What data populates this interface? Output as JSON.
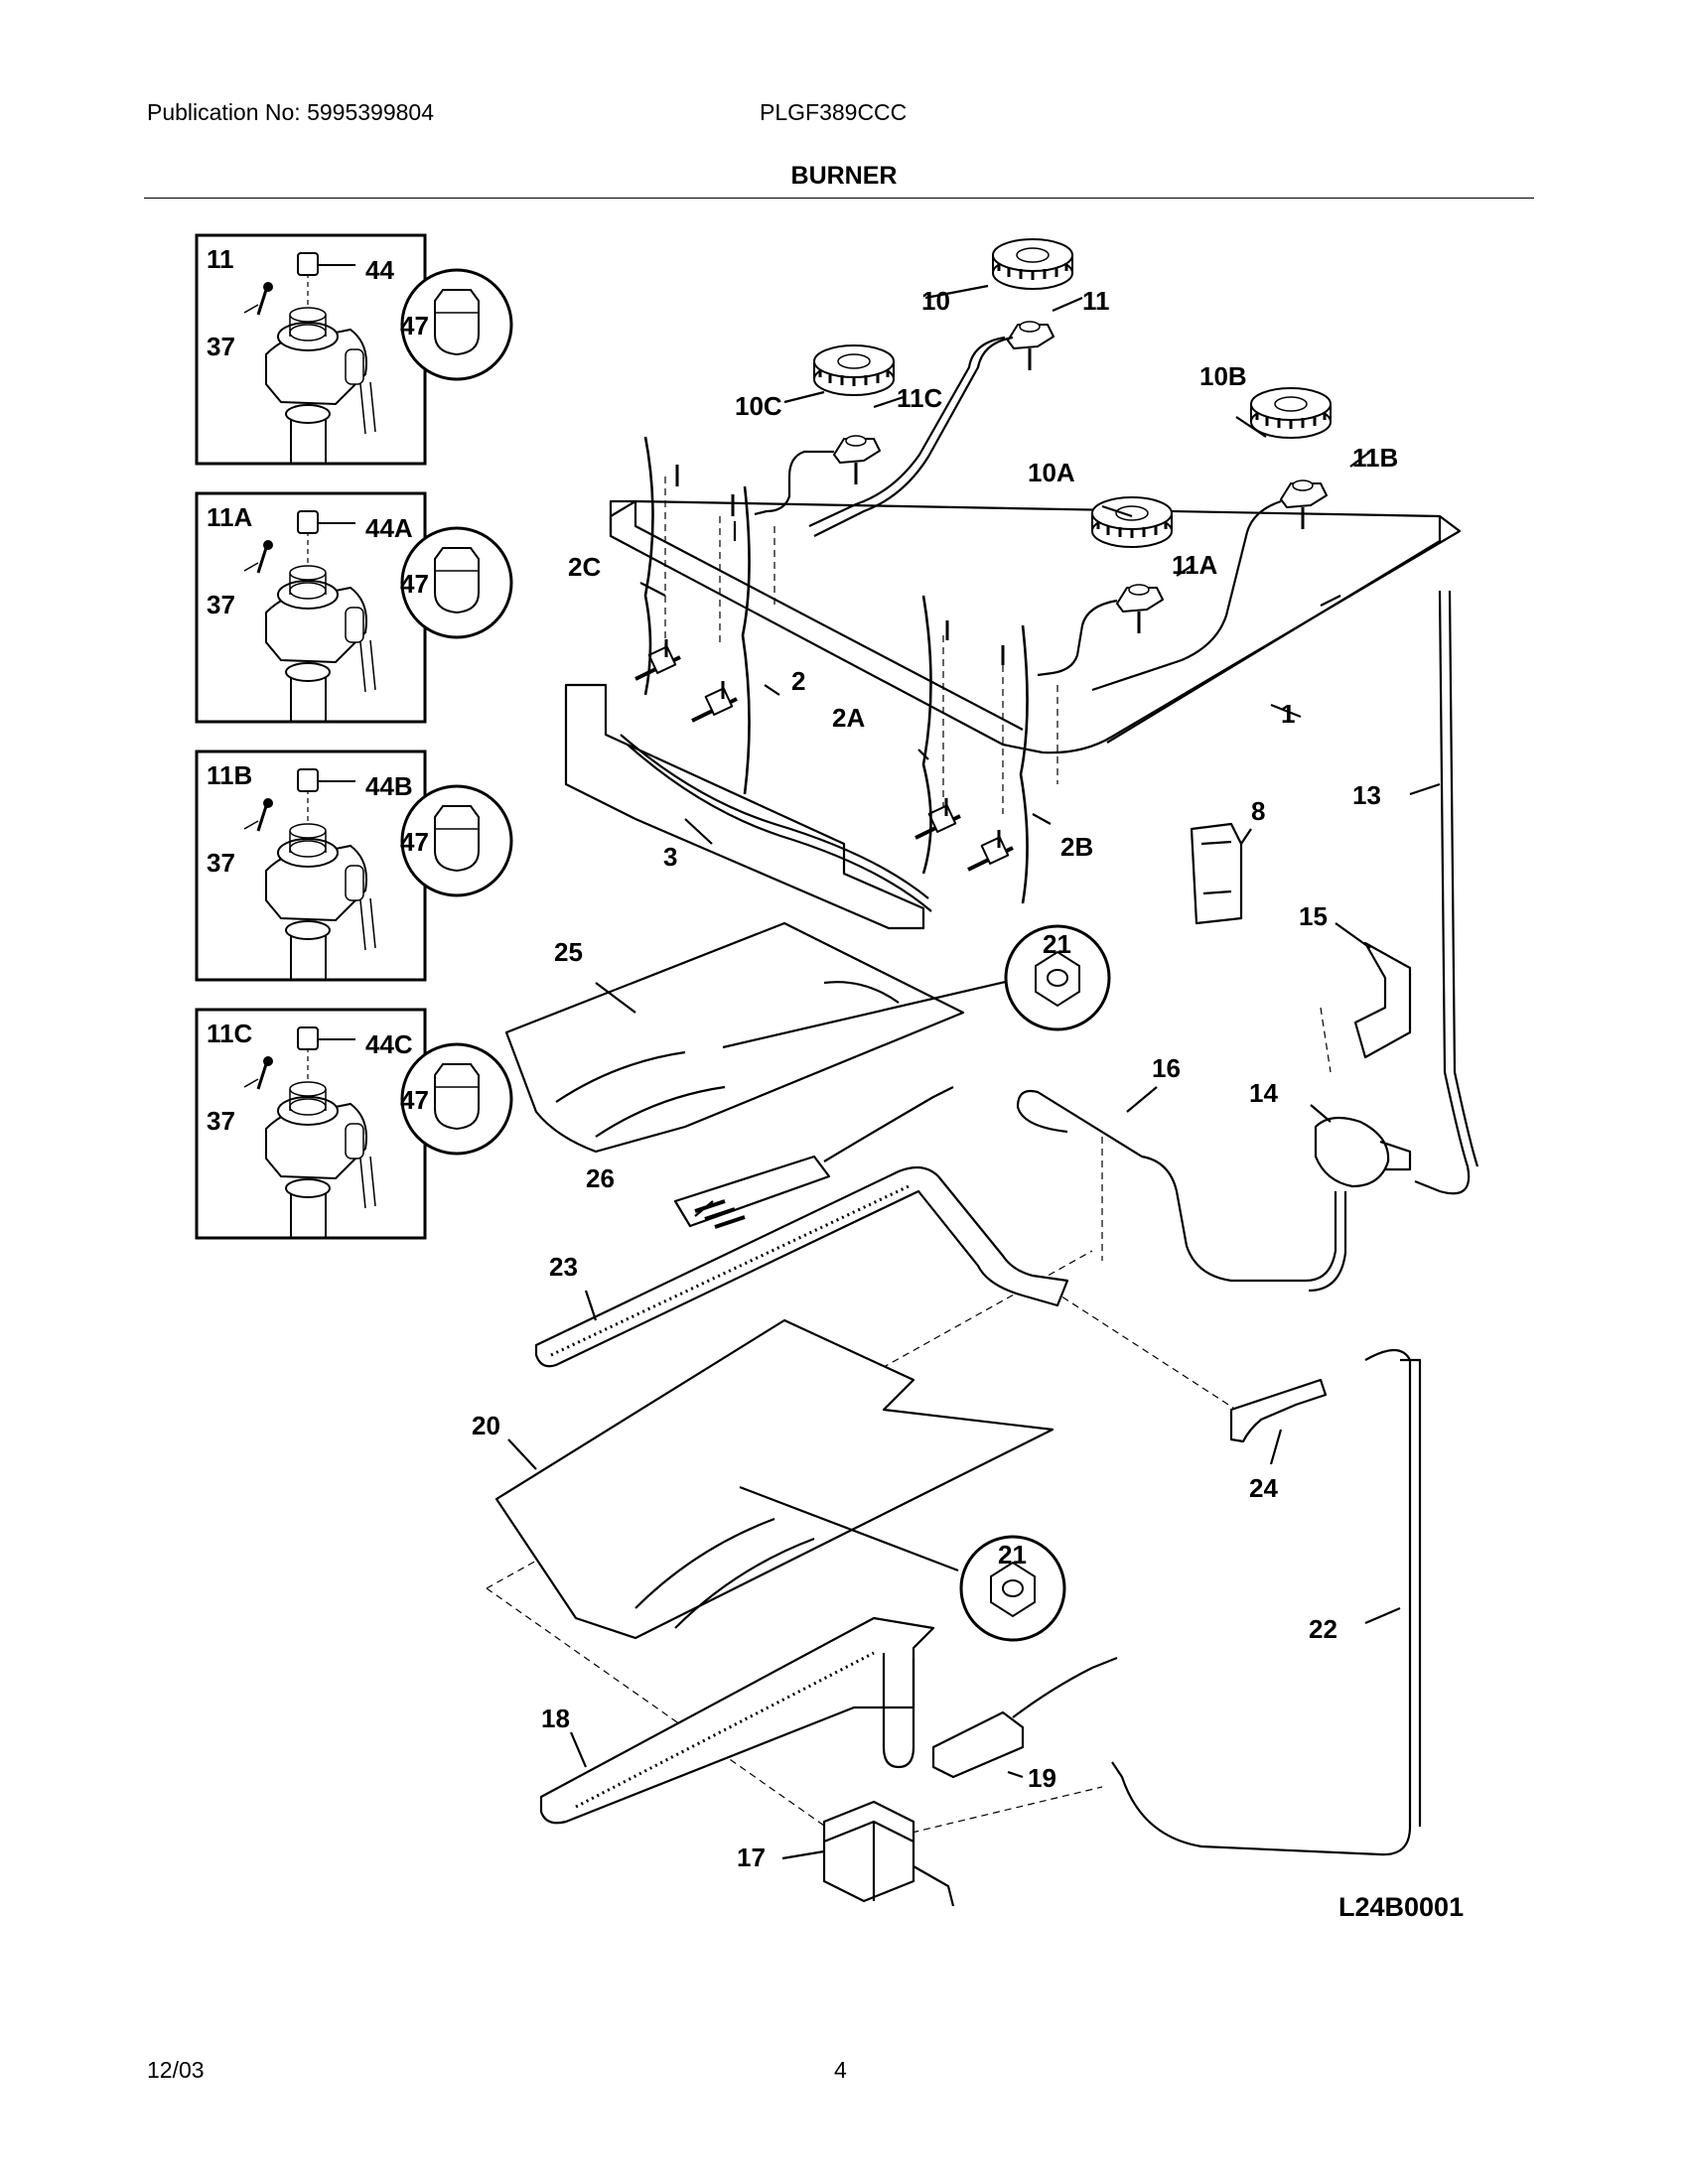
{
  "header": {
    "publication": "Publication No: 5995399804",
    "model": "PLGF389CCC",
    "section_title": "BURNER"
  },
  "inset_panels": [
    {
      "title": "11",
      "screw": "37",
      "orifice": "44",
      "detail": "47"
    },
    {
      "title": "11A",
      "screw": "37",
      "orifice": "44A",
      "detail": "47"
    },
    {
      "title": "11B",
      "screw": "37",
      "orifice": "44B",
      "detail": "47"
    },
    {
      "title": "11C",
      "screw": "37",
      "orifice": "44C",
      "detail": "47"
    }
  ],
  "callouts": {
    "p10": "10",
    "p11": "11",
    "p10c": "10C",
    "p11c": "11C",
    "p10b": "10B",
    "p11b": "11B",
    "p10a": "10A",
    "p11a": "11A",
    "p2c": "2C",
    "p2": "2",
    "p2a": "2A",
    "p2b": "2B",
    "p1": "1",
    "p3": "3",
    "p8": "8",
    "p13": "13",
    "p15": "15",
    "p14": "14",
    "p16": "16",
    "p25": "25",
    "p21a": "21",
    "p26": "26",
    "p23": "23",
    "p20": "20",
    "p21b": "21",
    "p24": "24",
    "p22": "22",
    "p18": "18",
    "p19": "19",
    "p17": "17"
  },
  "diagram_code": "L24B0001",
  "footer": {
    "date": "12/03",
    "page": "4"
  }
}
